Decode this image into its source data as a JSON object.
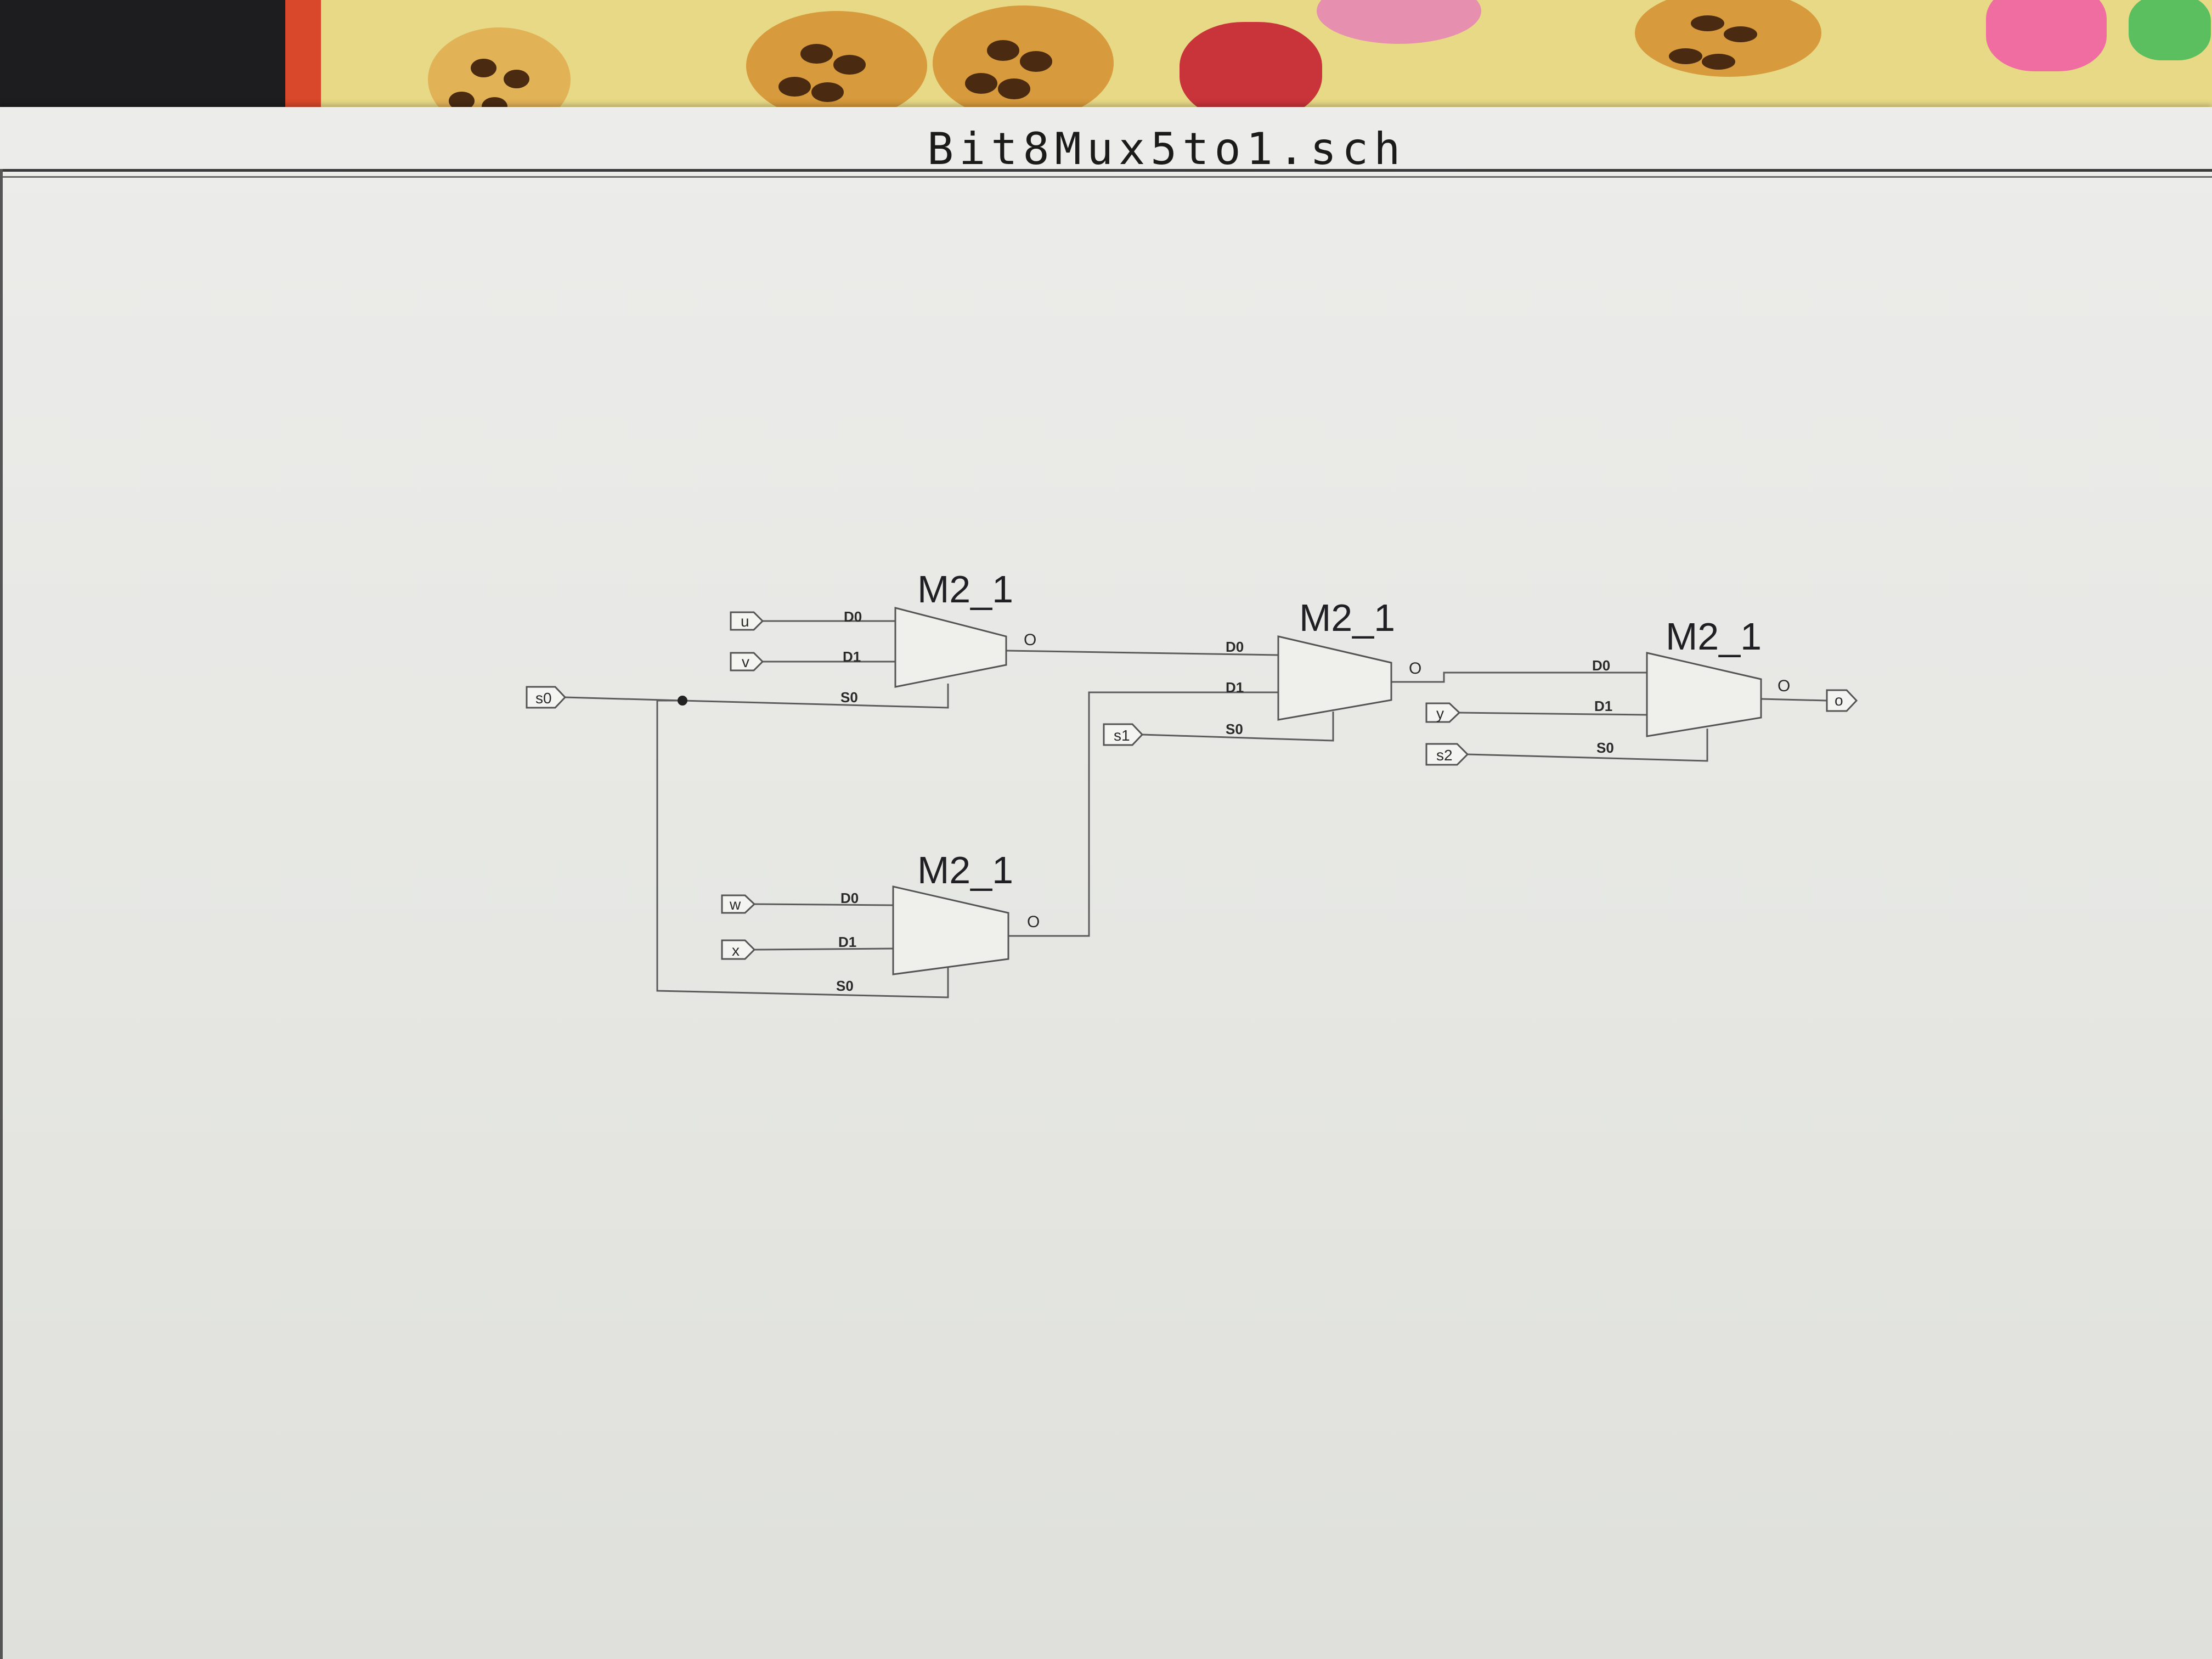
{
  "document": {
    "title": "Bit8Mux5to1.sch"
  },
  "muxes": [
    {
      "id": "mux1",
      "name": "M2_1",
      "pins": {
        "d0": "D0",
        "d1": "D1",
        "sel": "S0",
        "out": "O"
      }
    },
    {
      "id": "mux2",
      "name": "M2_1",
      "pins": {
        "d0": "D0",
        "d1": "D1",
        "sel": "S0",
        "out": "O"
      }
    },
    {
      "id": "mux3",
      "name": "M2_1",
      "pins": {
        "d0": "D0",
        "d1": "D1",
        "sel": "S0",
        "out": "O"
      }
    },
    {
      "id": "mux4",
      "name": "M2_1",
      "pins": {
        "d0": "D0",
        "d1": "D1",
        "sel": "S0",
        "out": "O"
      }
    }
  ],
  "ports": {
    "u": "u",
    "v": "v",
    "w": "w",
    "x": "x",
    "y": "y",
    "s0": "s0",
    "s1": "s1",
    "s2": "s2",
    "out": "o"
  },
  "colors": {
    "paper": "#ececea",
    "ink": "#1f1f24",
    "wire": "#5c5c5c"
  }
}
